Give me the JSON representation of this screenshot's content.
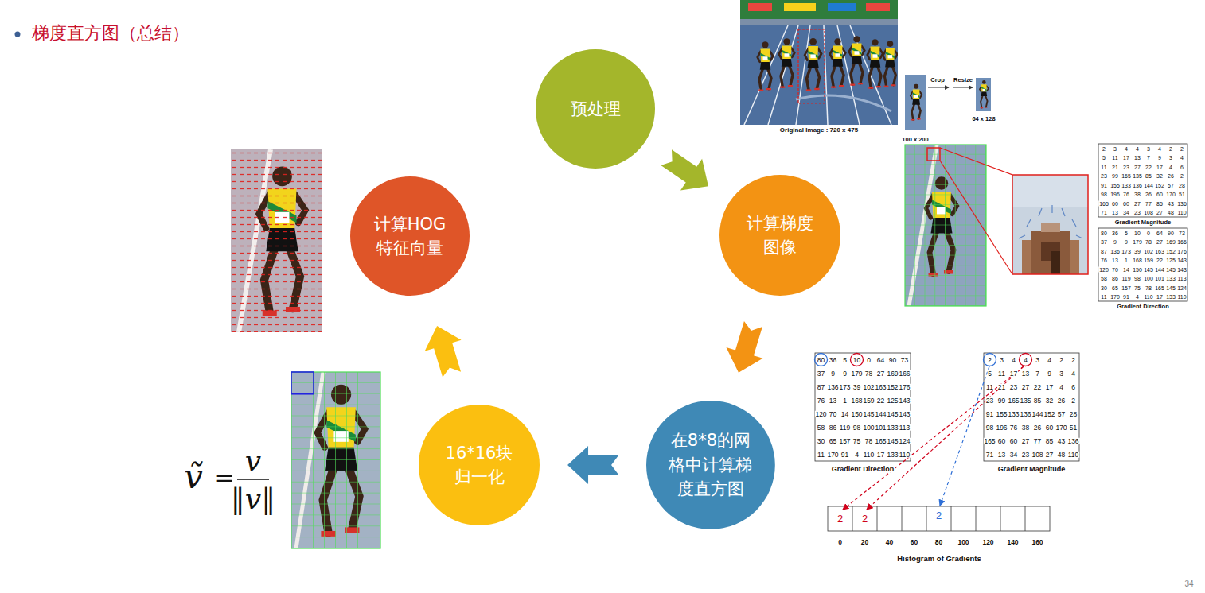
{
  "diagram": {
    "title": "梯度直方图（总结）",
    "nodes": [
      {
        "text": [
          "预处理"
        ]
      },
      {
        "text": [
          "计算梯度 图像"
        ]
      },
      {
        "text": [
          "在8*8的网 格中计算梯 度直方图"
        ]
      },
      {
        "text": [
          "16*16块 归一化"
        ]
      },
      {
        "text": [
          "计算HOG 特征向量"
        ]
      }
    ],
    "edges": [
      {
        "from": 0,
        "to": 1,
        "arrow": "to"
      },
      {
        "from": 1,
        "to": 2,
        "arrow": "to"
      },
      {
        "from": 2,
        "to": 3,
        "arrow": "to"
      },
      {
        "from": 3,
        "to": 4,
        "arrow": "to"
      }
    ],
    "labels": [
      "Crop",
      "Resize",
      "100 x 200",
      "64 x 128",
      "Original Image : 720 x 475",
      "2",
      "3",
      "4",
      "4",
      "3",
      "4",
      "2",
      "2",
      "5",
      "11",
      "17",
      "13",
      "7",
      "9",
      "3",
      "4",
      "11",
      "21",
      "23",
      "27",
      "22",
      "17",
      "4",
      "6",
      "23",
      "99",
      "165",
      "135",
      "85",
      "32",
      "26",
      "2",
      "91",
      "155",
      "133",
      "136",
      "144",
      "152",
      "57",
      "28",
      "98",
      "196",
      "76",
      "38",
      "26",
      "60",
      "170",
      "51",
      "165",
      "60",
      "60",
      "27",
      "77",
      "85",
      "43",
      "136",
      "71",
      "13",
      "34",
      "23",
      "108",
      "27",
      "48",
      "110",
      "Gradient Magnitude",
      "80",
      "36",
      "5",
      "10",
      "0",
      "64",
      "90",
      "73",
      "37",
      "9",
      "9",
      "179",
      "78",
      "27",
      "169",
      "166",
      "87",
      "136",
      "173",
      "39",
      "102",
      "163",
      "152",
      "176",
      "76",
      "13",
      "1",
      "168",
      "159",
      "22",
      "125",
      "143",
      "120",
      "70",
      "14",
      "150",
      "145",
      "144",
      "145",
      "143",
      "58",
      "86",
      "119",
      "98",
      "100",
      "101",
      "133",
      "113",
      "30",
      "65",
      "157",
      "75",
      "78",
      "165",
      "145",
      "124",
      "11",
      "170",
      "91",
      "4",
      "110",
      "17",
      "133",
      "110",
      "Gradient Direction",
      "80",
      "36",
      "5",
      "10",
      "0",
      "64",
      "90",
      "73",
      "37",
      "9",
      "9",
      "179",
      "78",
      "27",
      "169",
      "166",
      "87",
      "136",
      "173",
      "39",
      "102",
      "163",
      "152",
      "176",
      "76",
      "13",
      "1",
      "168",
      "159",
      "22",
      "125",
      "143",
      "120",
      "70",
      "14",
      "150",
      "145",
      "144",
      "145",
      "143",
      "58",
      "86",
      "119",
      "98",
      "100",
      "101",
      "133",
      "113",
      "30",
      "65",
      "157",
      "75",
      "78",
      "165",
      "145",
      "124",
      "11",
      "170",
      "91",
      "4",
      "110",
      "17",
      "133",
      "110",
      "Gradient Direction",
      "2",
      "3",
      "4",
      "4",
      "3",
      "4",
      "2",
      "2",
      "5",
      "11",
      "17",
      "13",
      "7",
      "9",
      "3",
      "4",
      "11",
      "21",
      "23",
      "27",
      "22",
      "17",
      "4",
      "6",
      "23",
      "99",
      "165",
      "135",
      "85",
      "32",
      "26",
      "2",
      "91",
      "155",
      "133",
      "136",
      "144",
      "152",
      "57",
      "28",
      "98",
      "196",
      "76",
      "38",
      "26",
      "60",
      "170",
      "51",
      "165",
      "60",
      "60",
      "27",
      "77",
      "85",
      "43",
      "136",
      "71",
      "13",
      "34",
      "23",
      "108",
      "27",
      "48",
      "110",
      "Gradient Magnitude",
      "2",
      "2",
      "2",
      "0",
      "20",
      "40",
      "60",
      "80",
      "100",
      "120",
      "140",
      "160",
      "Histogram of Gradients",
      "ṽ",
      "=",
      "v",
      "‖v‖",
      "34"
    ]
  }
}
